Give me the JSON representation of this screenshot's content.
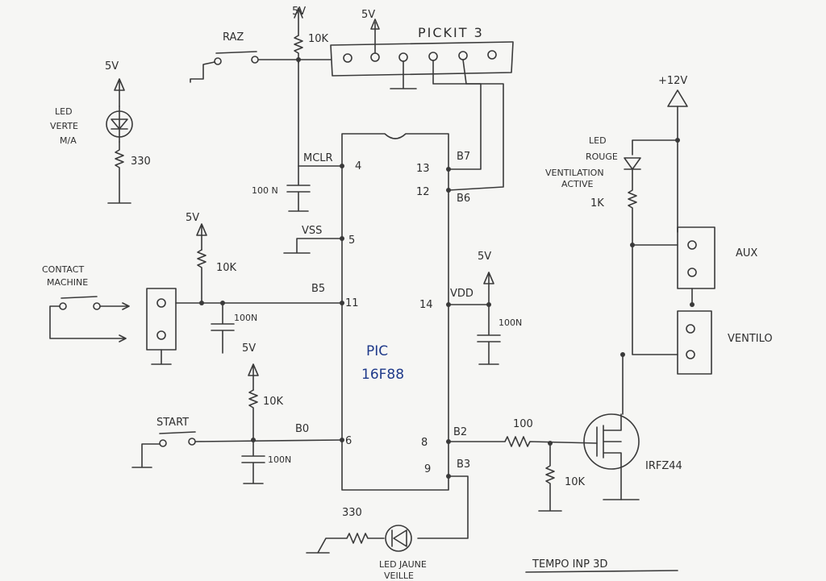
{
  "labels": {
    "v5_top": "5V",
    "r10k_top": "10K",
    "raz": "RAZ",
    "pickit": "PICKIT 3",
    "v5_pickit": "5V",
    "v12": "+12V",
    "led_verte_1": "LED",
    "led_verte_2": "VERTE",
    "led_verte_3": "M/A",
    "v5_ledv": "5V",
    "r330_ledv": "330",
    "mclr": "MCLR",
    "c100n_mclr": "100 N",
    "pin4": "4",
    "pin13": "13",
    "b7": "B7",
    "pin12": "12",
    "b6": "B6",
    "led_rouge_1": "LED",
    "led_rouge_2": "ROUGE",
    "led_rouge_3": "VENTILATION",
    "led_rouge_4": "ACTIVE",
    "r1k": "1K",
    "vss": "VSS",
    "pin5": "5",
    "v5_mid": "5V",
    "r10k_mid": "10K",
    "contact_1": "CONTACT",
    "contact_2": "MACHINE",
    "b5": "B5",
    "pin11": "11",
    "c100n_b5": "100N",
    "vdd": "VDD",
    "pin14": "14",
    "v5_vdd": "5V",
    "c100n_vdd": "100N",
    "aux": "AUX",
    "ventilo": "VENTILO",
    "pic_1": "PIC",
    "pic_2": "16F88",
    "v5_start": "5V",
    "r10k_start": "10K",
    "start": "START",
    "b0": "B0",
    "pin6": "6",
    "c100n_start": "100N",
    "pin8": "8",
    "b2": "B2",
    "r100": "100",
    "irfz44": "IRFZ44",
    "r10k_gate": "10K",
    "pin9": "9",
    "b3": "B3",
    "r330_jaune": "330",
    "led_jaune_1": "LED JAUNE",
    "led_jaune_2": "VEILLE",
    "footer": "TEMPO  INP 3D"
  }
}
